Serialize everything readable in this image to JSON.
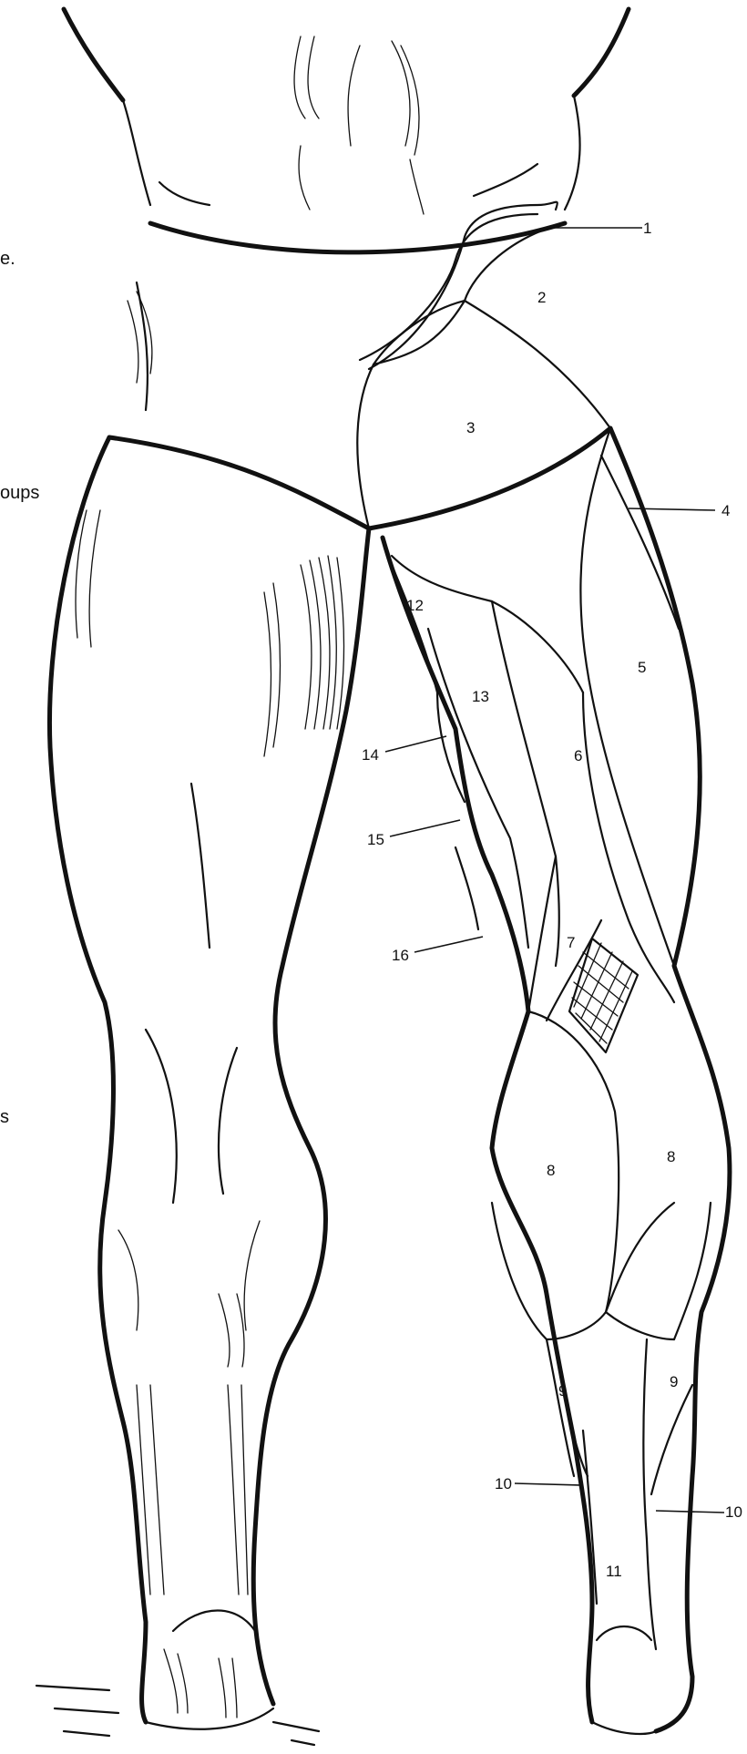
{
  "labels": {
    "l1": "1",
    "l2": "2",
    "l3": "3",
    "l4": "4",
    "l5": "5",
    "l6": "6",
    "l7": "7",
    "l8a": "8",
    "l8b": "8",
    "l9a": "9",
    "l9b": "9",
    "l10a": "10",
    "l10b": "10",
    "l11": "11",
    "l12": "12",
    "l13": "13",
    "l14": "14",
    "l15": "15",
    "l16": "16"
  },
  "margin_text": {
    "t1": "e.",
    "t2": "oups",
    "t3": "s"
  }
}
